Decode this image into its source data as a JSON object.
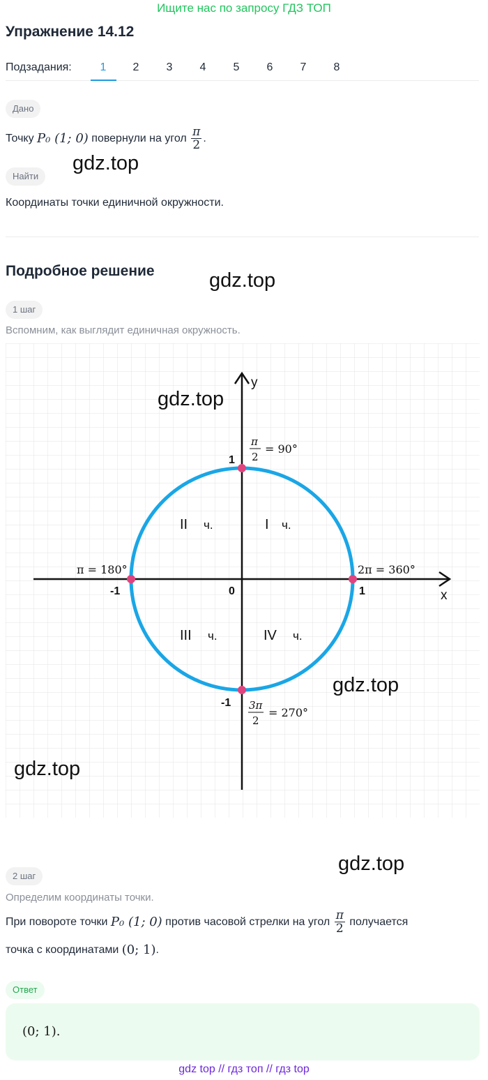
{
  "promo": "Ищите нас по запросу ГДЗ ТОП",
  "title": "Упражнение 14.12",
  "subtasks": {
    "label": "Подзадания:",
    "items": [
      "1",
      "2",
      "3",
      "4",
      "5",
      "6",
      "7",
      "8"
    ],
    "active": "1"
  },
  "given": {
    "badge": "Дано",
    "text_before": "Точку ",
    "point": "P₀ (1; 0)",
    "text_after": " повернули на угол ",
    "angle_num": "π",
    "angle_den": "2",
    "end": "."
  },
  "find": {
    "badge": "Найти",
    "text": "Координаты точки единичной окружности."
  },
  "solution": {
    "heading": "Подробное решение",
    "step1": {
      "badge": "1 шаг",
      "note": "Вспомним, как выглядит единичная окружность."
    },
    "step2": {
      "badge": "2 шаг",
      "note": "Определим координаты точки.",
      "line1_before": "При повороте точки ",
      "line1_point": "P₀ (1; 0)",
      "line1_mid": " против часовой стрелки на угол ",
      "angle_num": "π",
      "angle_den": "2",
      "line1_after": " получается",
      "line2_before": "точка с координатами ",
      "line2_coords": "(0; 1)",
      "line2_end": "."
    }
  },
  "answer": {
    "badge": "Ответ",
    "value": "(0; 1)."
  },
  "watermarks": [
    "gdz.top",
    "gdz.top",
    "gdz.top",
    "gdz.top",
    "gdz.top",
    "gdz.top"
  ],
  "footer": "gdz top  //  гдз топ  //  гдз top",
  "diagram": {
    "axis_x": "x",
    "axis_y": "y",
    "origin": "0",
    "tick_pos_x": "1",
    "tick_neg_x": "-1",
    "tick_pos_y": "1",
    "tick_neg_y": "-1",
    "label_top_num": "π",
    "label_top_den": "2",
    "label_top_rest": "= 90°",
    "label_left": "π = 180°",
    "label_right": "2π = 360°",
    "label_bottom_num": "3π",
    "label_bottom_den": "2",
    "label_bottom_rest": "= 270°",
    "q1": "I",
    "q2": "II",
    "q3": "III",
    "q4": "IV",
    "quarter_suffix": "ч.",
    "circle_color": "#1aa6e6",
    "point_color": "#e0447e"
  }
}
